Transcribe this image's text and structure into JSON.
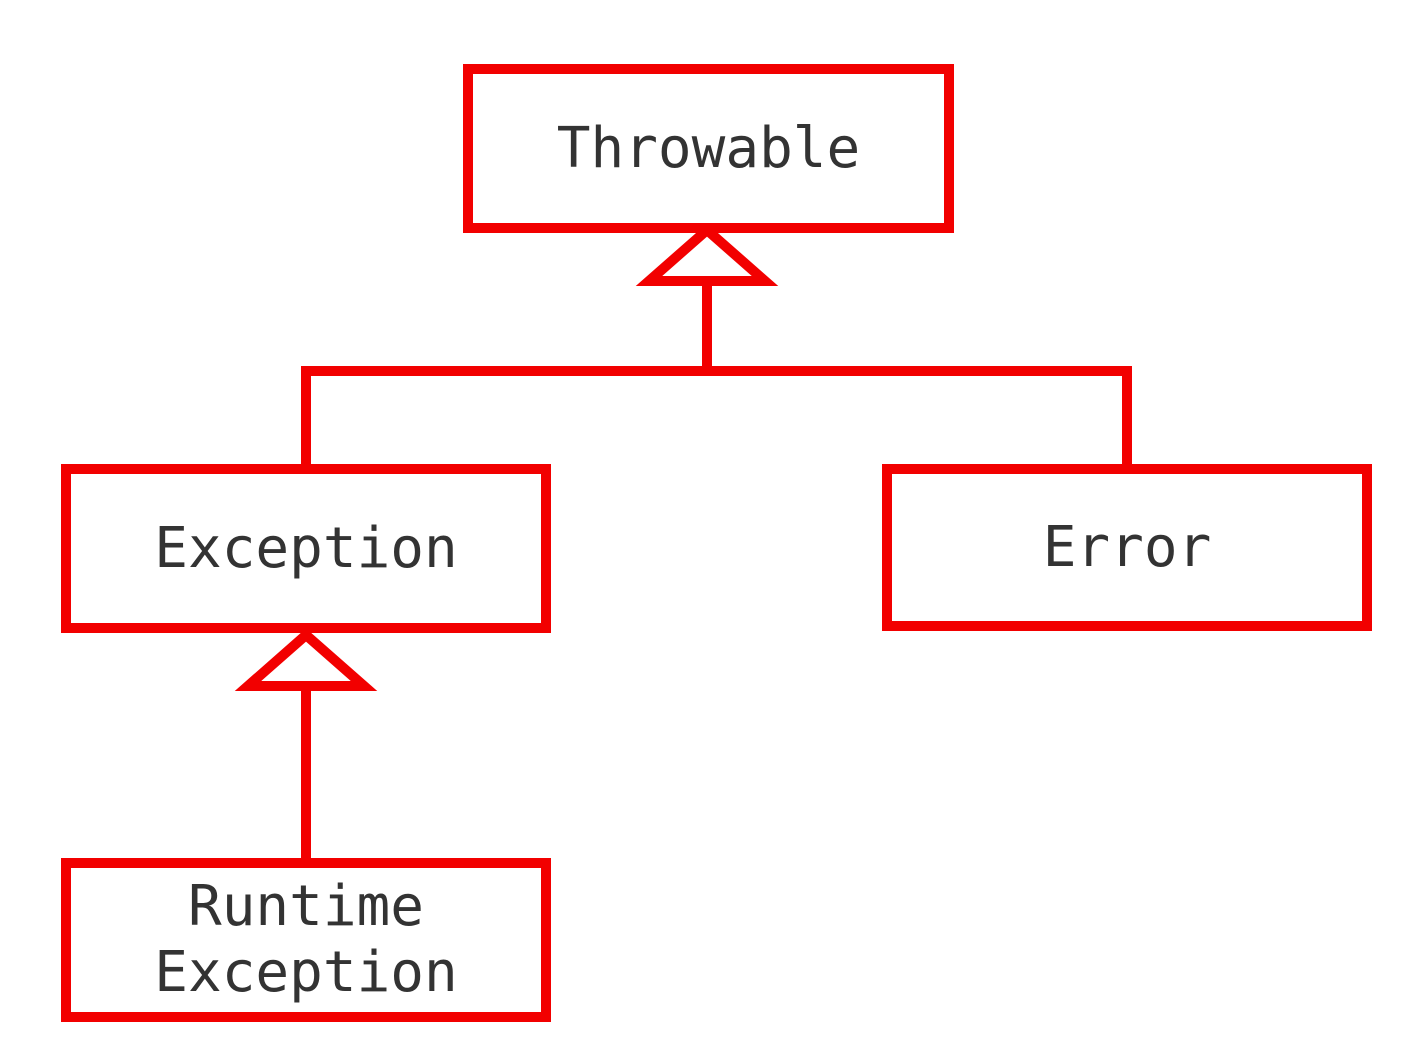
{
  "diagram": {
    "description": "Class hierarchy diagram",
    "colors": {
      "line": "#f20000",
      "text": "#333333",
      "background": "#ffffff"
    },
    "nodes": [
      {
        "id": "throwable",
        "label": "Throwable"
      },
      {
        "id": "exception",
        "label": "Exception"
      },
      {
        "id": "error",
        "label": "Error"
      },
      {
        "id": "runtime-exception",
        "label": "Runtime\nException"
      }
    ],
    "edges": [
      {
        "from": "Exception",
        "to": "Throwable",
        "type": "generalization",
        "arrow": "hollow-triangle"
      },
      {
        "from": "Error",
        "to": "Throwable",
        "type": "generalization",
        "arrow": "hollow-triangle"
      },
      {
        "from": "RuntimeException",
        "to": "Exception",
        "type": "generalization",
        "arrow": "hollow-triangle"
      }
    ]
  }
}
